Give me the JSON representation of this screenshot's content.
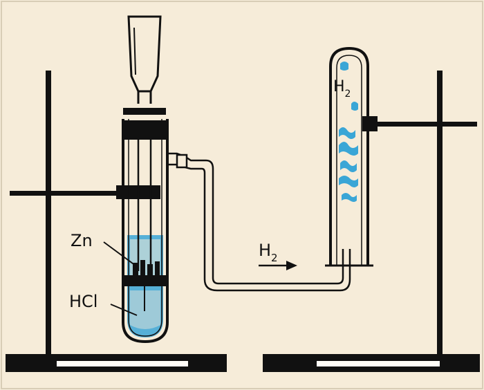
{
  "colors": {
    "background": "#f6ecd9",
    "ink": "#111111",
    "liquid": "#3aa6d6",
    "base_fill": "#fffdf8"
  },
  "labels": {
    "zinc": "Zn",
    "acid": "HCl",
    "gas_flow": "H",
    "gas_flow_sub": "2",
    "collected_gas": "H",
    "collected_gas_sub": "2"
  },
  "icons": {
    "flow_arrow": "arrow-right-icon"
  }
}
